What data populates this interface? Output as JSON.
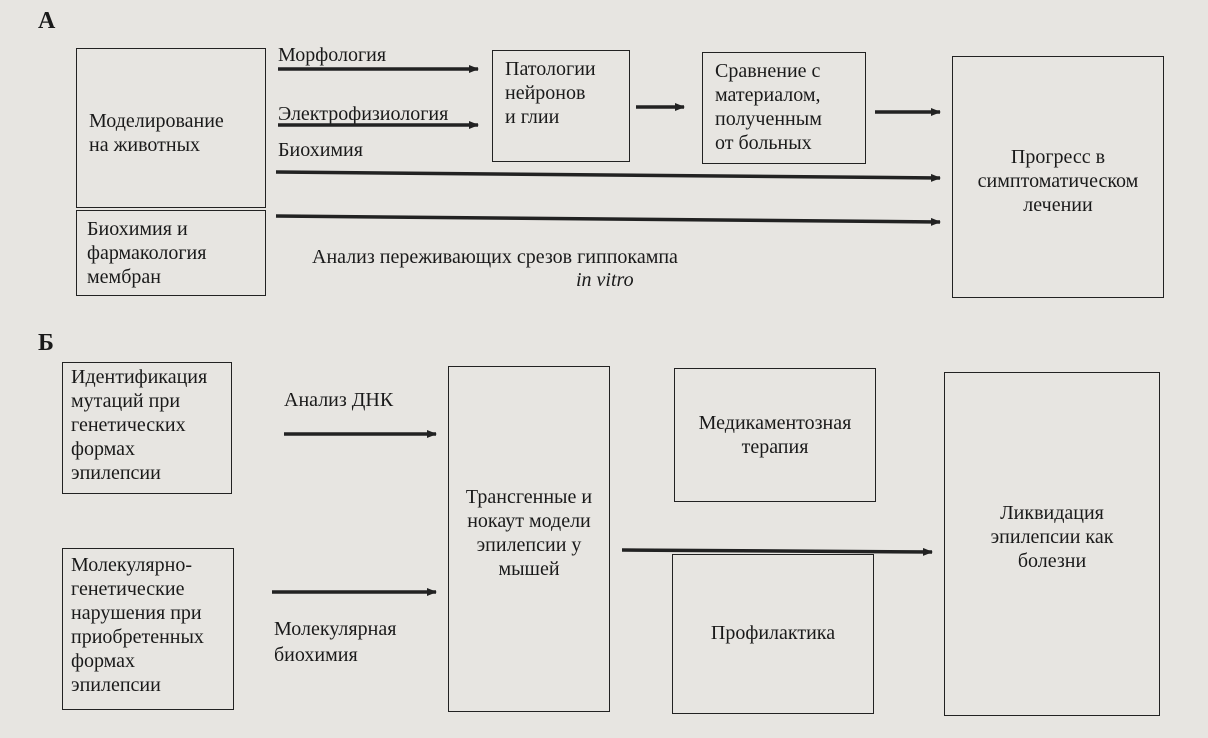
{
  "panels": {
    "a": {
      "letter": "А",
      "boxes": {
        "modeling": [
          "Моделирование",
          "на животных"
        ],
        "pathology": [
          "Патологии",
          "нейронов",
          "и глии"
        ],
        "comparison": [
          "Сравнение с",
          "материалом,",
          "полученным",
          "от больных"
        ],
        "progress": [
          "Прогресс в",
          "симптоматическом",
          "лечении"
        ],
        "membranes": [
          "Биохимия и",
          "фармакология",
          "мембран"
        ]
      },
      "labels": {
        "morphology": "Морфология",
        "electrophysiology": "Электрофизиология",
        "biochemistry": "Биохимия",
        "slices": "Анализ переживающих срезов гиппокампа",
        "in_vitro": "in vitro"
      }
    },
    "b": {
      "letter": "Б",
      "boxes": {
        "identification": [
          "Идентификация",
          "мутаций при",
          "генетических",
          "формах",
          "эпилепсии"
        ],
        "molecular": [
          "Молекулярно-",
          "генетические",
          "нарушения при",
          "приобретенных",
          "формах",
          "эпилепсии"
        ],
        "transgenic": [
          "Трансгенные и",
          "нокаут модели",
          "эпилепсии у",
          "мышей"
        ],
        "drug_therapy": [
          "Медикаментозная",
          "терапия"
        ],
        "prevention": [
          "Профилактика"
        ],
        "elimination": [
          "Ликвидация",
          "эпилепсии как",
          "болезни"
        ]
      },
      "labels": {
        "dna": "Анализ ДНК",
        "mol_biochem_1": "Молекулярная",
        "mol_biochem_2": "биохимия"
      }
    }
  }
}
